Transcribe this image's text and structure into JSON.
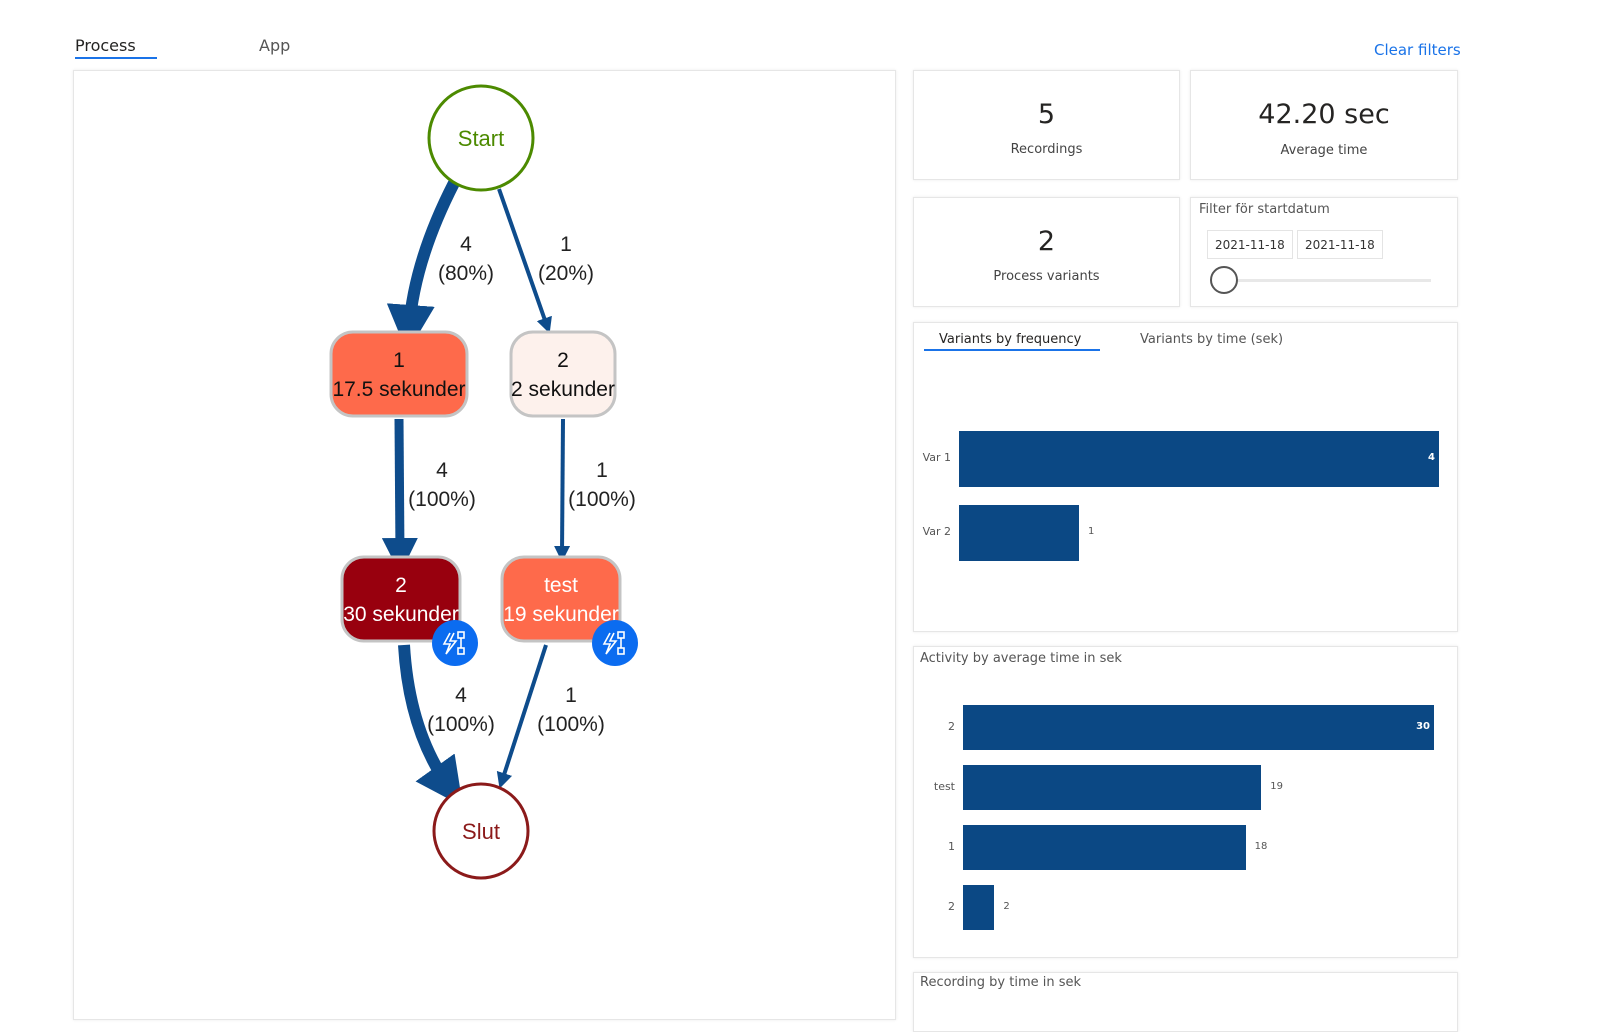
{
  "tabs": [
    {
      "label": "Process",
      "active": true
    },
    {
      "label": "App",
      "active": false
    }
  ],
  "clear_filters": "Clear filters",
  "kpis": {
    "recordings": {
      "value": "5",
      "label": "Recordings"
    },
    "avg_time": {
      "value": "42.20 sec",
      "label": "Average time"
    },
    "variants": {
      "value": "2",
      "label": "Process variants"
    }
  },
  "date_filter": {
    "title": "Filter för startdatum",
    "start": "2021-11-18",
    "end": "2021-11-18",
    "slider_position": 0
  },
  "process_map": {
    "nodes": [
      {
        "id": "start",
        "line1": "Start",
        "type": "start"
      },
      {
        "id": "a1",
        "line1": "1",
        "line2": "17.5 sekunder",
        "fill": "#fe6a4b",
        "text": "#111",
        "icon": false
      },
      {
        "id": "a2",
        "line1": "2",
        "line2": "2 sekunder",
        "fill": "#fdf1ec",
        "text": "#111",
        "icon": false
      },
      {
        "id": "a3",
        "line1": "2",
        "line2": "30 sekunder",
        "fill": "#98000e",
        "text": "#fff",
        "icon": true
      },
      {
        "id": "a4",
        "line1": "test",
        "line2": "19 sekunder",
        "fill": "#fe6a4b",
        "text": "#fff",
        "icon": true
      },
      {
        "id": "end",
        "line1": "Slut",
        "type": "end"
      }
    ],
    "edges": [
      {
        "from": "start",
        "to": "a1",
        "count": "4",
        "pct": "(80%)"
      },
      {
        "from": "start",
        "to": "a2",
        "count": "1",
        "pct": "(20%)"
      },
      {
        "from": "a1",
        "to": "a3",
        "count": "4",
        "pct": "(100%)"
      },
      {
        "from": "a2",
        "to": "a4",
        "count": "1",
        "pct": "(100%)"
      },
      {
        "from": "a3",
        "to": "end",
        "count": "4",
        "pct": "(100%)"
      },
      {
        "from": "a4",
        "to": "end",
        "count": "1",
        "pct": "(100%)"
      }
    ],
    "start_color": "#4c8a00",
    "end_color": "#8b1a1a",
    "edge_color": "#0e4c8c",
    "icon_color": "#0b6cf0"
  },
  "variants_chart": {
    "tabs": [
      "Variants by frequency",
      "Variants by time (sek)"
    ],
    "active_tab": 0,
    "chart_data": {
      "type": "bar",
      "orientation": "horizontal",
      "categories": [
        "Var 1",
        "Var 2"
      ],
      "values": [
        4,
        1
      ],
      "color": "#0b4884"
    }
  },
  "activity_chart": {
    "title": "Activity by average time in sek",
    "chart_data": {
      "type": "bar",
      "orientation": "horizontal",
      "categories": [
        "2",
        "test",
        "1",
        "2"
      ],
      "values": [
        30,
        19,
        18,
        2
      ],
      "color": "#0b4884"
    }
  },
  "recording_chart": {
    "title": "Recording by time in sek"
  }
}
